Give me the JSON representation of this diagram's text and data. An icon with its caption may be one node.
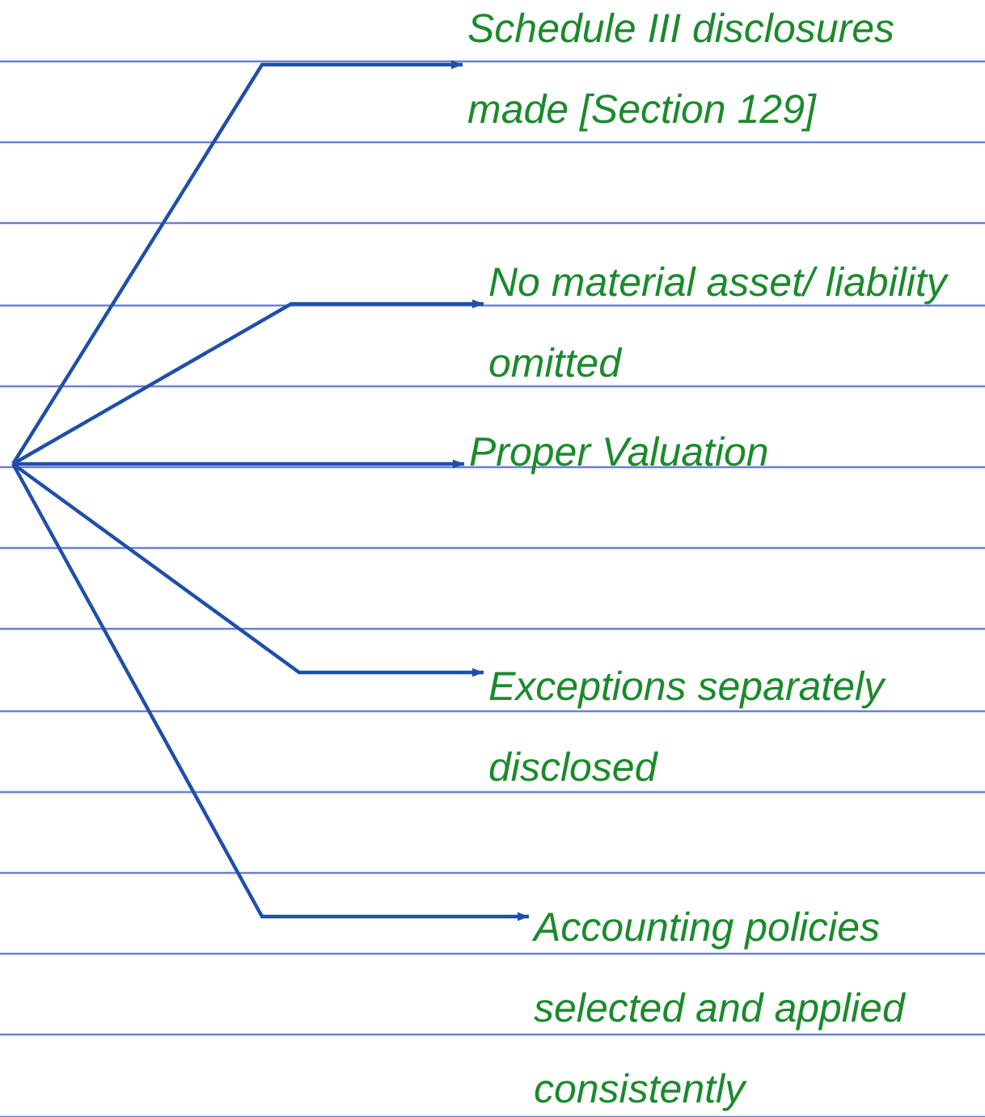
{
  "diagram": {
    "nodes": [
      {
        "text": [
          "Schedule III disclosures made [Section 129]"
        ]
      },
      {
        "text": [
          "No material asset/ liability omitted"
        ]
      },
      {
        "text": [
          "Proper Valuation"
        ]
      },
      {
        "text": [
          "Exceptions separately disclosed"
        ]
      },
      {
        "text": [
          "Accounting policies selected and applied consistently"
        ]
      }
    ],
    "edges": [
      {
        "from": null,
        "to": 0,
        "arrow": "to"
      },
      {
        "from": null,
        "to": 1,
        "arrow": "to"
      },
      {
        "from": null,
        "to": 2,
        "arrow": "to"
      },
      {
        "from": null,
        "to": 3,
        "arrow": "to"
      },
      {
        "from": null,
        "to": 4,
        "arrow": "to"
      }
    ]
  }
}
